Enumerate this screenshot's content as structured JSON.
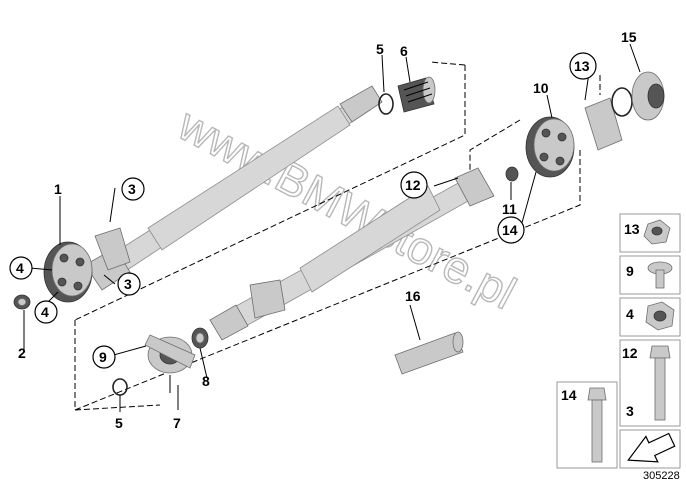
{
  "watermark": "www.BMWstore.pl",
  "diagram_code": "305228",
  "callouts": {
    "c1": "1",
    "c2": "2",
    "c3a": "3",
    "c3b": "3",
    "c4a": "4",
    "c4b": "4",
    "c5a": "5",
    "c5b": "5",
    "c6": "6",
    "c7": "7",
    "c8": "8",
    "c9": "9",
    "c10": "10",
    "c11": "11",
    "c12": "12",
    "c13": "13",
    "c14": "14",
    "c15": "15",
    "c16": "16"
  },
  "legend": {
    "l13": "13",
    "l9": "9",
    "l4": "4",
    "l12": "12",
    "l3": "3",
    "l14": "14"
  }
}
